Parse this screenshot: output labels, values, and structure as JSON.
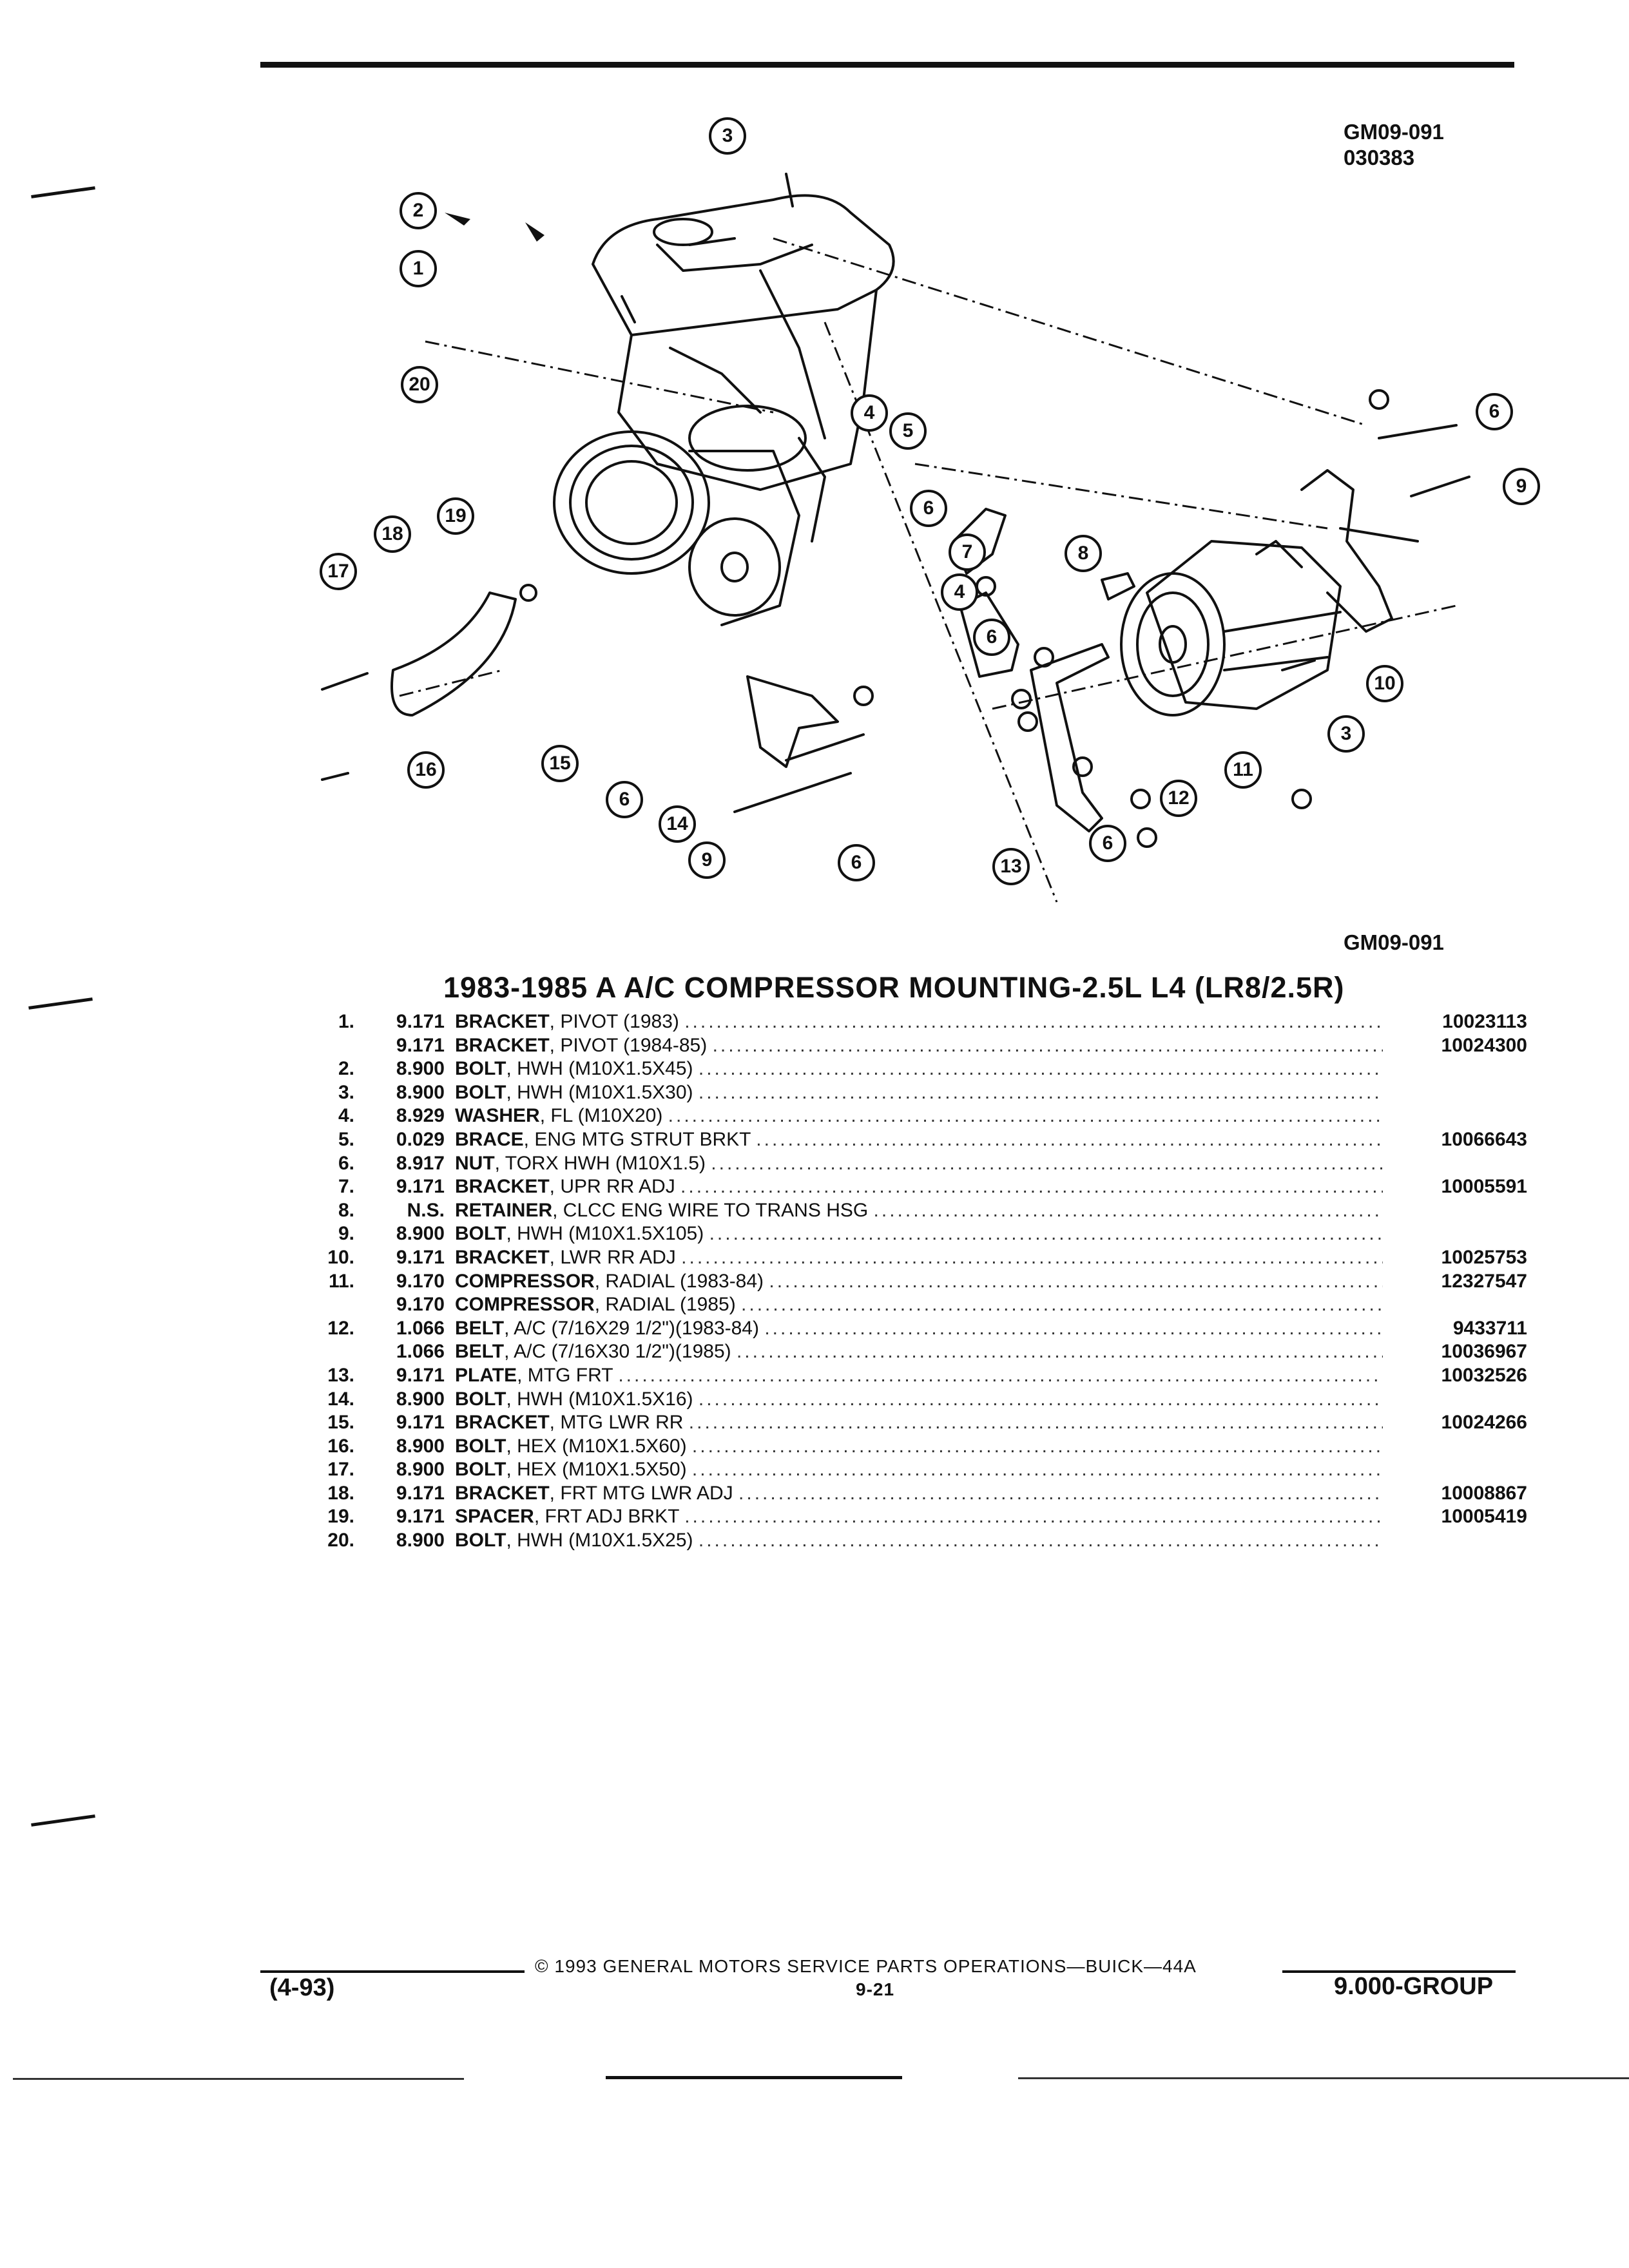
{
  "header": {
    "ref_code": "GM09-091",
    "ref_num": "030383"
  },
  "diagram": {
    "callouts": [
      "1",
      "2",
      "3",
      "3",
      "4",
      "4",
      "5",
      "6",
      "6",
      "6",
      "6",
      "6",
      "6",
      "7",
      "8",
      "9",
      "9",
      "10",
      "11",
      "12",
      "13",
      "14",
      "15",
      "16",
      "17",
      "18",
      "19",
      "20"
    ]
  },
  "figure_code": "GM09-091",
  "title": "1983-1985 A A/C COMPRESSOR MOUNTING-2.5L L4 (LR8/2.5R)",
  "parts": [
    {
      "num": "1.",
      "group": "9.171",
      "name": "BRACKET",
      "detail": ", PIVOT (1983)",
      "part": "10023113"
    },
    {
      "num": "",
      "group": "9.171",
      "name": "BRACKET",
      "detail": ", PIVOT (1984-85)",
      "part": "10024300"
    },
    {
      "num": "2.",
      "group": "8.900",
      "name": "BOLT",
      "detail": ", HWH (M10X1.5X45)",
      "part": ""
    },
    {
      "num": "3.",
      "group": "8.900",
      "name": "BOLT",
      "detail": ", HWH (M10X1.5X30)",
      "part": ""
    },
    {
      "num": "4.",
      "group": "8.929",
      "name": "WASHER",
      "detail": ", FL (M10X20)",
      "part": ""
    },
    {
      "num": "5.",
      "group": "0.029",
      "name": "BRACE",
      "detail": ", ENG MTG STRUT BRKT",
      "part": "10066643"
    },
    {
      "num": "6.",
      "group": "8.917",
      "name": "NUT",
      "detail": ", TORX HWH (M10X1.5)",
      "part": ""
    },
    {
      "num": "7.",
      "group": "9.171",
      "name": "BRACKET",
      "detail": ", UPR RR ADJ",
      "part": "10005591"
    },
    {
      "num": "8.",
      "group": "N.S.",
      "name": "RETAINER",
      "detail": ", CLCC ENG WIRE TO TRANS HSG",
      "part": ""
    },
    {
      "num": "9.",
      "group": "8.900",
      "name": "BOLT",
      "detail": ", HWH (M10X1.5X105)",
      "part": ""
    },
    {
      "num": "10.",
      "group": "9.171",
      "name": "BRACKET",
      "detail": ", LWR RR ADJ",
      "part": "10025753"
    },
    {
      "num": "11.",
      "group": "9.170",
      "name": "COMPRESSOR",
      "detail": ", RADIAL (1983-84)",
      "part": "12327547"
    },
    {
      "num": "",
      "group": "9.170",
      "name": "COMPRESSOR",
      "detail": ", RADIAL (1985)",
      "part": ""
    },
    {
      "num": "12.",
      "group": "1.066",
      "name": "BELT",
      "detail": ", A/C (7/16X29 1/2\")(1983-84)",
      "part": "9433711"
    },
    {
      "num": "",
      "group": "1.066",
      "name": "BELT",
      "detail": ", A/C (7/16X30 1/2\")(1985)",
      "part": "10036967"
    },
    {
      "num": "13.",
      "group": "9.171",
      "name": "PLATE",
      "detail": ", MTG FRT",
      "part": "10032526"
    },
    {
      "num": "14.",
      "group": "8.900",
      "name": "BOLT",
      "detail": ", HWH (M10X1.5X16)",
      "part": ""
    },
    {
      "num": "15.",
      "group": "9.171",
      "name": "BRACKET",
      "detail": ", MTG LWR RR",
      "part": "10024266"
    },
    {
      "num": "16.",
      "group": "8.900",
      "name": "BOLT",
      "detail": ", HEX (M10X1.5X60)",
      "part": ""
    },
    {
      "num": "17.",
      "group": "8.900",
      "name": "BOLT",
      "detail": ", HEX (M10X1.5X50)",
      "part": ""
    },
    {
      "num": "18.",
      "group": "9.171",
      "name": "BRACKET",
      "detail": ", FRT MTG LWR ADJ",
      "part": "10008867"
    },
    {
      "num": "19.",
      "group": "9.171",
      "name": "SPACER",
      "detail": ", FRT ADJ BRKT",
      "part": "10005419"
    },
    {
      "num": "20.",
      "group": "8.900",
      "name": "BOLT",
      "detail": ", HWH (M10X1.5X25)",
      "part": ""
    }
  ],
  "footer": {
    "copyright": "© 1993 GENERAL MOTORS SERVICE PARTS OPERATIONS—BUICK—44A",
    "page": "9-21",
    "date": "(4-93)",
    "group": "9.000-GROUP"
  }
}
